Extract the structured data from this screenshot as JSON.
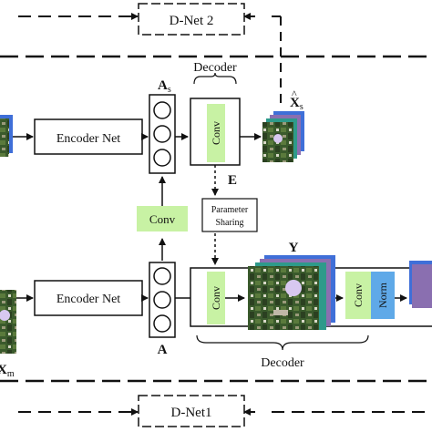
{
  "top_dnet": {
    "label": "D-Net 2"
  },
  "bottom_dnet": {
    "label": "D-Net1"
  },
  "top_row": {
    "encoder_label": "Encoder Net",
    "latent_label": "A",
    "latent_sub": "s",
    "decoder_title": "Decoder",
    "conv_label": "Conv",
    "output_label": "X",
    "output_sub": "s",
    "output_accent": "^"
  },
  "middle": {
    "conv_label": "Conv",
    "e_label": "E",
    "param_line1": "Parameter",
    "param_line2": "Sharing"
  },
  "bottom_row": {
    "encoder_label": "Encoder Net",
    "latent_label": "A",
    "conv1_label": "Conv",
    "conv2_label": "Conv",
    "norm_label": "Norm",
    "y_label": "Y",
    "decoder_title": "Decoder",
    "input_label": "X",
    "input_sub": "m"
  },
  "colors": {
    "conv_fill": "#c8f2a4",
    "norm_fill": "#5fa9e8",
    "line": "#111111",
    "image_green": "#3a5a2c",
    "image_purple": "#8a6fb0",
    "image_blue": "#3f6fd8"
  }
}
